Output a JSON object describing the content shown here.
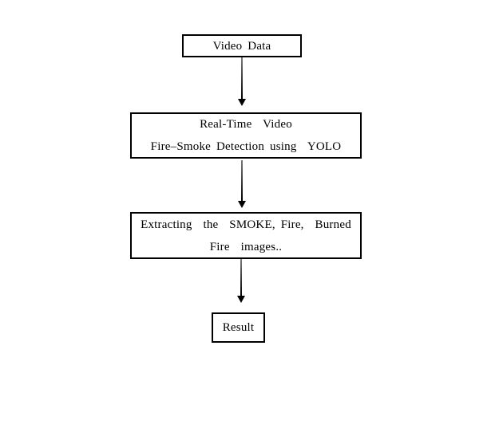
{
  "diagram": {
    "type": "flowchart",
    "theme": {
      "background": "#ffffff",
      "box_border": "#000000",
      "text_color": "#000000",
      "arrow_stem": "#7a7a7a",
      "arrowhead": "#000000"
    },
    "nodes": [
      {
        "id": "video-data",
        "lines": [
          "Video Data"
        ]
      },
      {
        "id": "fire-smoke-detection",
        "lines": [
          "Real-Time  Video",
          "Fire–Smoke Detection using  YOLO"
        ]
      },
      {
        "id": "extracting-images",
        "lines": [
          "Extracting  the  SMOKE, Fire,  Burned",
          "Fire  images.."
        ]
      },
      {
        "id": "result",
        "lines": [
          "Result"
        ]
      }
    ],
    "edges": [
      {
        "from": "video-data",
        "to": "fire-smoke-detection"
      },
      {
        "from": "fire-smoke-detection",
        "to": "extracting-images"
      },
      {
        "from": "extracting-images",
        "to": "result"
      }
    ]
  }
}
